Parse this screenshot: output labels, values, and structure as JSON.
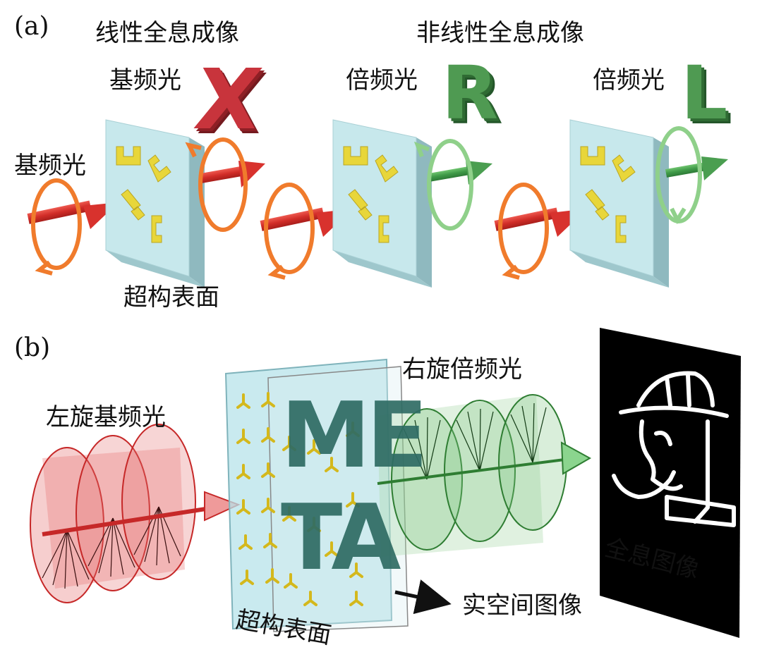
{
  "panel_a": {
    "tag": "(a)",
    "linear_title": "线性全息成像",
    "nonlinear_title": "非线性全息成像",
    "fundamental_label": "基频光",
    "output_fundamental": "基频光",
    "output_harmonic_1": "倍频光",
    "output_harmonic_2": "倍频光",
    "metasurface_label": "超构表面",
    "letter_1": "X",
    "letter_2": "R",
    "letter_3": "L"
  },
  "panel_b": {
    "tag": "(b)",
    "input_label": "左旋基频光",
    "output_label": "右旋倍频光",
    "metasurface_label": "超构表面",
    "hologram_label": "全息图像",
    "realspace_label": "实空间图像",
    "meta_top": "ME",
    "meta_bottom": "TA"
  },
  "colors": {
    "fundamental_red": "#d83a34",
    "harmonic_green": "#4caf50",
    "circular_orange": "#f07b2c",
    "circular_light_green": "#8fd08a",
    "antenna_yellow": "#e8d63a",
    "plate": "#c7e8ec",
    "meta_letters": "#2f6c64"
  }
}
